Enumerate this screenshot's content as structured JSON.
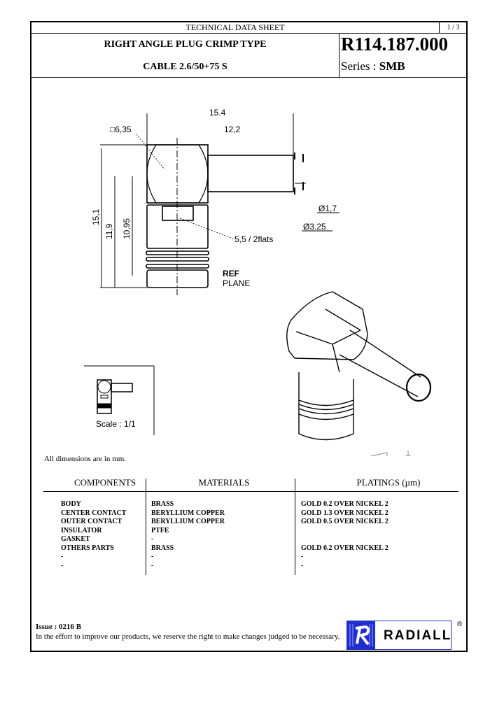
{
  "header": {
    "doc_type": "TECHNICAL DATA SHEET",
    "page": "1 / 3",
    "title_line1": "RIGHT ANGLE PLUG CRIMP TYPE",
    "title_line2": "CABLE 2.6/50+75 S",
    "part_number": "R114.187.000",
    "series_label": "Series : ",
    "series_value": "SMB"
  },
  "drawing": {
    "dimensions": {
      "overall_width": "15.4",
      "body_to_end": "12,2",
      "hex_size": "□6,35",
      "height_total": "15,1",
      "height_2": "11,9",
      "height_3": "10,95",
      "flats": "5,5 / 2flats",
      "dia_inner": "Ø1,7",
      "dia_outer": "Ø3.25"
    },
    "ref_plane_line1": "REF",
    "ref_plane_line2": "PLANE",
    "scale": "Scale : 1/1"
  },
  "note": "All dimensions are in mm.",
  "table": {
    "headers": [
      "COMPONENTS",
      "MATERIALS",
      "PLATINGS (µm)"
    ],
    "rows": [
      {
        "component": "BODY",
        "material": "BRASS",
        "plating": "GOLD 0.2 OVER NICKEL 2"
      },
      {
        "component": "CENTER CONTACT",
        "material": "BERYLLIUM COPPER",
        "plating": "GOLD 1.3 OVER NICKEL 2"
      },
      {
        "component": "OUTER CONTACT",
        "material": "BERYLLIUM COPPER",
        "plating": "GOLD 0.5 OVER NICKEL 2"
      },
      {
        "component": "INSULATOR",
        "material": "PTFE",
        "plating": ""
      },
      {
        "component": "GASKET",
        "material": "-",
        "plating": ""
      },
      {
        "component": "OTHERS PARTS",
        "material": "BRASS",
        "plating": "GOLD 0.2 OVER NICKEL 2"
      },
      {
        "component": "-",
        "material": "-",
        "plating": "-"
      },
      {
        "component": "-",
        "material": "-",
        "plating": "-"
      }
    ]
  },
  "footer": {
    "issue": "Issue : 0216 B",
    "disclaimer": "In the effort to improve our products, we reserve the right to make changes judged to be necessary.",
    "brand": "RADIALL",
    "registered": "®",
    "brand_color": "#1f2fcf"
  }
}
